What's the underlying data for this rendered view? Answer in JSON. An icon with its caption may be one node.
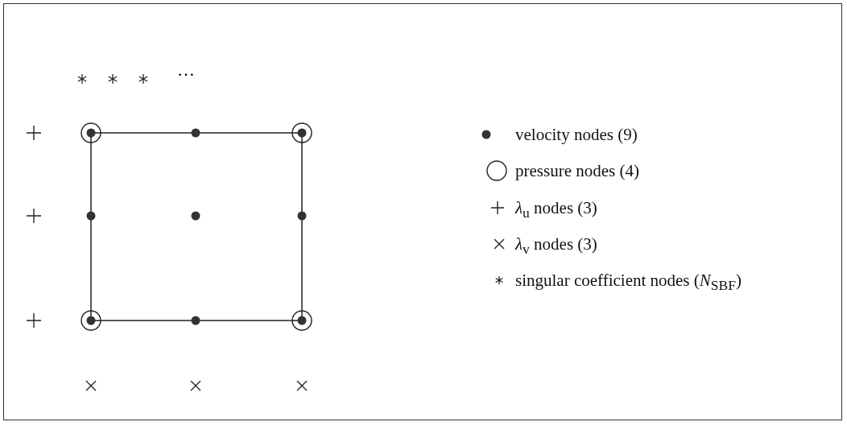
{
  "diagram": {
    "labels": [
      "…"
    ],
    "legend": [
      {
        "text": "velocity nodes (9)"
      },
      {
        "text": "pressure nodes (4)"
      },
      {
        "text": "*λ*$_{u}$ nodes (3)"
      },
      {
        "text": "*λ*$_{v}$ nodes (3)"
      },
      {
        "text": "singular coefficient nodes (*N*$_{SBF}$)"
      }
    ]
  }
}
